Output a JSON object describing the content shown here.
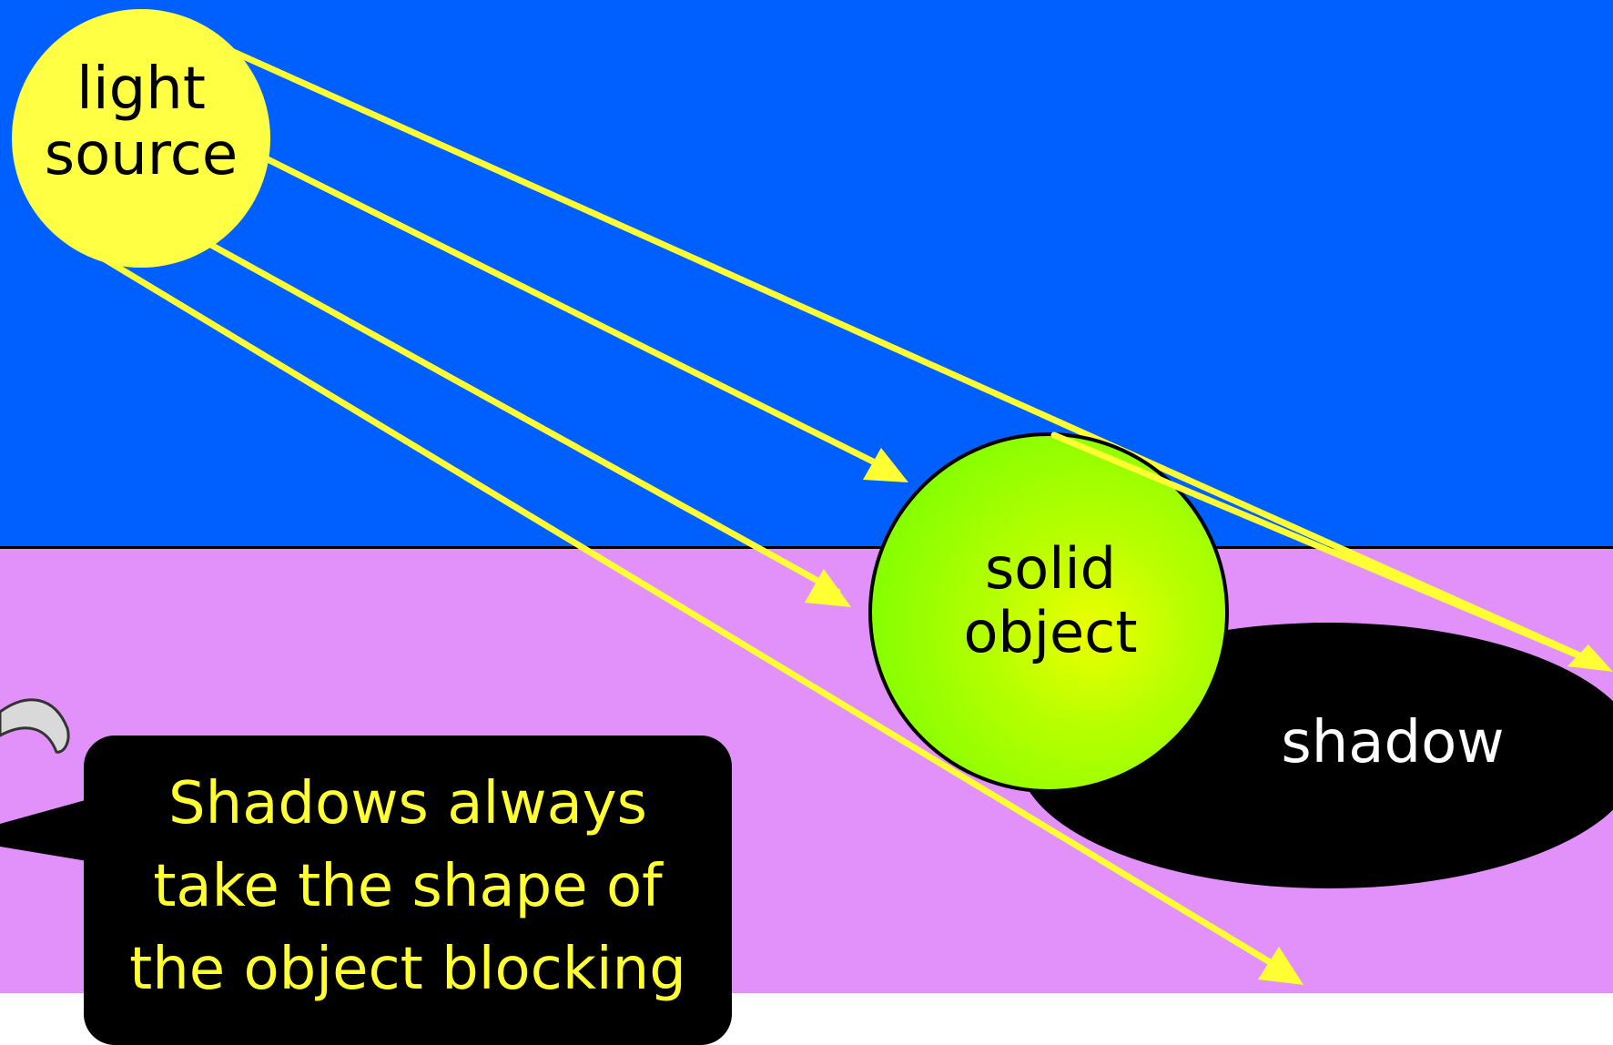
{
  "colors": {
    "sky": "#0060ff",
    "ground": "#e291fb",
    "light_ray": "#ffff33",
    "light_source": "#ffff44",
    "solid_object_center": "#eeff00",
    "solid_object_edge": "#88ff00",
    "shadow": "#000000",
    "bubble_text": "#ffff33"
  },
  "diagram": {
    "light_source_label": "light\nsource",
    "solid_object_label": "solid\nobject",
    "shadow_label": "shadow",
    "speech_bubble_text": "Shadows always\ntake the shape of\nthe object blocking"
  }
}
